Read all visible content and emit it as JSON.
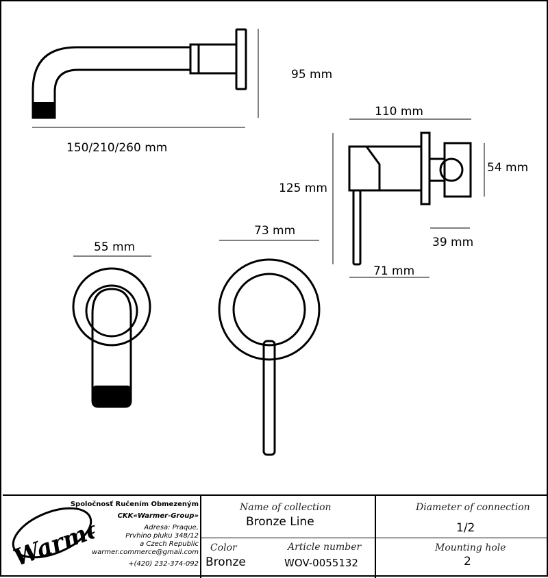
{
  "dimensions": {
    "spout_height": "95 mm",
    "spout_length": "150/210/260 mm",
    "mixer_depth": "110 mm",
    "mixer_height": "125 mm",
    "outlet_width": "54 mm",
    "outlet_depth": "39 mm",
    "lever_offset": "71 mm",
    "spout_plate": "55 mm",
    "mixer_plate": "73 mm"
  },
  "company": {
    "line1": "Spoločnosť Ručením Obmezeným",
    "line2": "CKK«Warmer-Group»",
    "line3": "Adresa: Praque,",
    "line4": "Prvhino pluku 348/12",
    "line5": "a Czech Republic",
    "email": "warmer.commerce@gmail.com",
    "phone": "+(420) 232-374-092",
    "logo_text": "Warmer"
  },
  "title_block": {
    "collection_caption": "Name of collection",
    "collection_value": "Bronze Line",
    "diameter_caption": "Diameter of connection",
    "diameter_value": "1/2",
    "color_caption": "Color",
    "color_value": "Bronze",
    "article_caption": "Article number",
    "article_value": "WOV-0055132",
    "mounting_caption": "Mounting hole",
    "mounting_value": "2"
  }
}
